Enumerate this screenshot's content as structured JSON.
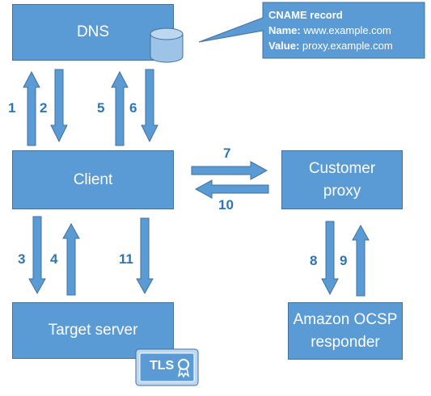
{
  "nodes": {
    "dns": "DNS",
    "client": "Client",
    "proxy_line1": "Customer",
    "proxy_line2": "proxy",
    "target": "Target server",
    "ocsp_line1": "Amazon OCSP",
    "ocsp_line2": "responder"
  },
  "callout": {
    "title": "CNAME record",
    "name_label": "Name:",
    "name_value": "www.example.com",
    "value_label": "Value:",
    "value_value": "proxy.example.com"
  },
  "badge": {
    "label": "TLS"
  },
  "steps": [
    "1",
    "2",
    "3",
    "4",
    "5",
    "6",
    "7",
    "8",
    "9",
    "10",
    "11"
  ],
  "colors": {
    "box": "#5b9bd5",
    "box_border": "#41719c",
    "arrow": "#5b9bd5",
    "number": "#2e75b6"
  },
  "icons": [
    "database-icon",
    "certificate-icon"
  ]
}
